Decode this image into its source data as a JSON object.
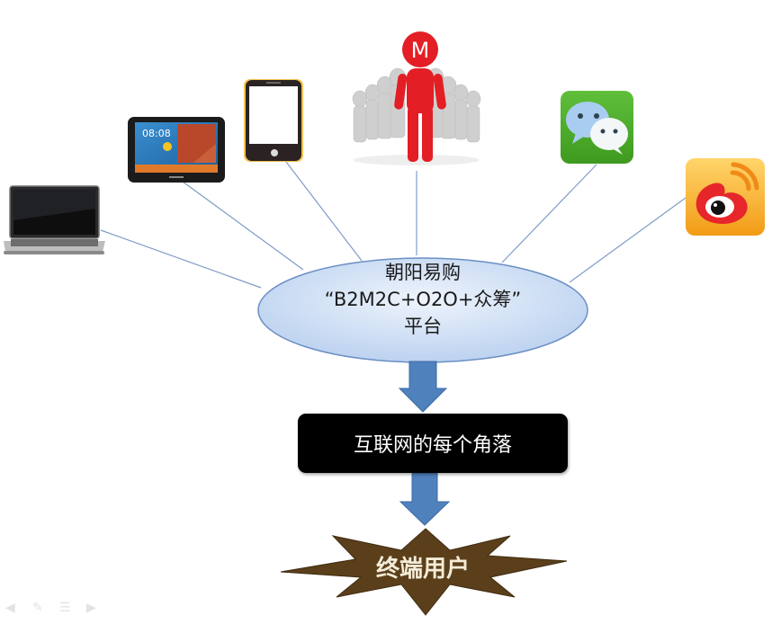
{
  "diagram": {
    "central_node": {
      "line1": "朝阳易购",
      "line2": "“B2M2C+O2O+众筹”",
      "line3": "平台",
      "fill": "#c9dcf5",
      "stroke": "#6b8fc4"
    },
    "channels": [
      {
        "id": "laptop",
        "icon": "laptop-icon"
      },
      {
        "id": "tablet",
        "icon": "tablet-icon",
        "screen_time": "08:08"
      },
      {
        "id": "smartphone",
        "icon": "smartphone-icon"
      },
      {
        "id": "marketing-crowd",
        "icon": "crowd-leader-icon",
        "badge_letter": "M"
      },
      {
        "id": "wechat",
        "icon": "wechat-icon"
      },
      {
        "id": "weibo",
        "icon": "weibo-icon"
      }
    ],
    "middle_node": {
      "label": "互联网的每个角落",
      "fill": "#000000",
      "text_color": "#ffffff"
    },
    "end_node": {
      "label": "终端用户",
      "fill": "#5b3f1b",
      "text_color": "#f4ecd8"
    },
    "arrow_color": "#4f81bd",
    "connector_color": "#7f9cc7"
  },
  "slide_nav": {
    "prev": "◀",
    "pen": "✎",
    "menu": "☰",
    "next": "▶"
  }
}
